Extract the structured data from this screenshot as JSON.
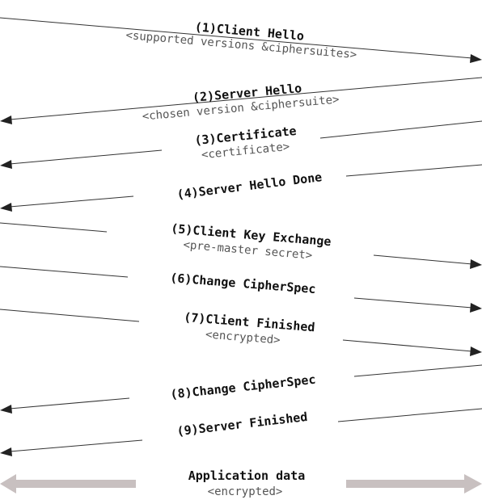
{
  "messages": [
    {
      "title": "(1)Client Hello",
      "subtitle": "<supported versions &ciphersuites>"
    },
    {
      "title": "(2)Server Hello",
      "subtitle": "<chosen version &ciphersuite>"
    },
    {
      "title": "(3)Certificate",
      "subtitle": "<certificate>"
    },
    {
      "title": "(4)Server Hello Done",
      "subtitle": ""
    },
    {
      "title": "(5)Client Key Exchange",
      "subtitle": "<pre-master secret>"
    },
    {
      "title": "(6)Change CipherSpec",
      "subtitle": ""
    },
    {
      "title": "(7)Client Finished",
      "subtitle": "<encrypted>"
    },
    {
      "title": "(8)Change CipherSpec",
      "subtitle": ""
    },
    {
      "title": "(9)Server Finished",
      "subtitle": ""
    }
  ],
  "application": {
    "title": "Application data",
    "subtitle": "<encrypted>"
  },
  "colors": {
    "line": "#333333",
    "big_arrow": "#c8c0c0",
    "title_text": "#111111",
    "subtitle_text": "#555555"
  }
}
